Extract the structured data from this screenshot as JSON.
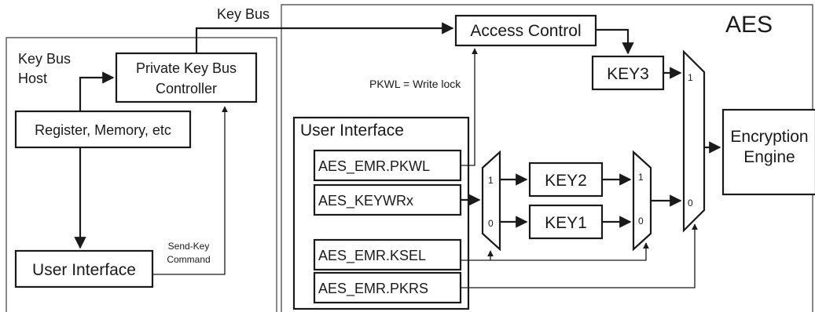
{
  "host": {
    "title_line1": "Key Bus",
    "title_line2": "Host",
    "controller_line1": "Private Key Bus",
    "controller_line2": "Controller",
    "register_label": "Register, Memory, etc",
    "user_interface_label": "User Interface",
    "send_key_line1": "Send-Key",
    "send_key_line2": "Command"
  },
  "bus": {
    "label": "Key Bus"
  },
  "aes": {
    "title": "AES",
    "access_control_label": "Access Control",
    "pkwl_note": "PKWL = Write lock",
    "key3_label": "KEY3",
    "key2_label": "KEY2",
    "key1_label": "KEY1",
    "engine_line1": "Encryption",
    "engine_line2": "Engine",
    "user_interface": {
      "title": "User Interface",
      "registers": [
        "AES_EMR.PKWL",
        "AES_KEYWRx",
        "AES_EMR.KSEL",
        "AES_EMR.PKRS"
      ]
    },
    "mux_inputs": {
      "mux1_top": "1",
      "mux1_bottom": "0",
      "mux2_top": "1",
      "mux2_bottom": "0",
      "mux3_top": "1",
      "mux3_bottom": "0"
    }
  }
}
